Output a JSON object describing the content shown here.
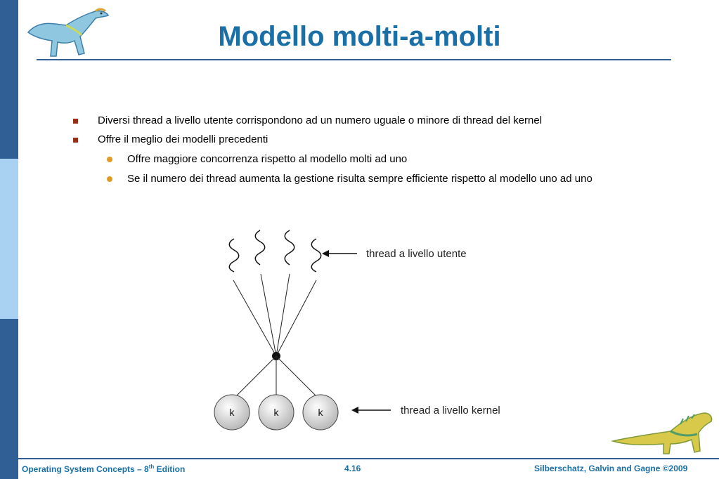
{
  "slide": {
    "title": "Modello molti-a-molti",
    "bullets": [
      {
        "level": 1,
        "text": "Diversi thread a livello utente corrispondono ad un numero uguale o minore di thread del kernel"
      },
      {
        "level": 1,
        "text": "Offre il meglio dei modelli precedenti"
      },
      {
        "level": 2,
        "text": "Offre maggiore concorrenza rispetto al modello molti ad uno"
      },
      {
        "level": 2,
        "text": "Se il numero dei thread aumenta la gestione risulta sempre efficiente rispetto al modello uno ad uno"
      }
    ]
  },
  "diagram": {
    "user_threads_label": "thread a livello utente",
    "kernel_threads_label": "thread a livello kernel",
    "kernel_nodes": [
      "k",
      "k",
      "k"
    ],
    "user_thread_count": 4
  },
  "footer": {
    "left_main": "Operating System Concepts – 8",
    "left_sup": "th",
    "left_tail": " Edition",
    "center": "4.16",
    "right": "Silberschatz, Galvin and Gagne ©2009"
  },
  "colors": {
    "title": "#1a6fa6",
    "sidebar_dark": "#2f5f94",
    "sidebar_light": "#a9d2f2",
    "bullet_square": "#9a2b16",
    "bullet_dot": "#e39a24"
  }
}
